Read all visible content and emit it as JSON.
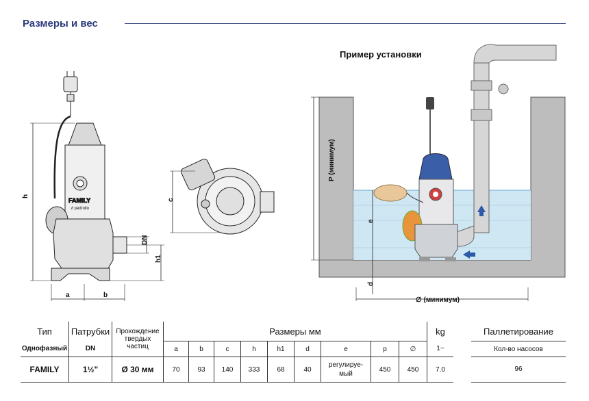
{
  "header": {
    "title": "Размеры и вес",
    "install_title": "Пример установки"
  },
  "drawing_labels": {
    "h": "h",
    "a": "a",
    "b": "b",
    "dn": "DN",
    "h1": "h1",
    "c": "c",
    "p_min": "P (минимум)",
    "e": "e",
    "d": "d",
    "diam_min": "∅ (минимум)",
    "brand": "FAMILY",
    "maker": "∂ pedrollo"
  },
  "table": {
    "col_type": "Тип",
    "col_type_sub": "Однофазный",
    "col_ports": "Патрубки",
    "col_ports_sub": "DN",
    "col_solids": [
      "Прохождение",
      "твердых",
      "частиц"
    ],
    "col_dims": "Размеры мм",
    "dim_headers": [
      "a",
      "b",
      "c",
      "h",
      "h1",
      "d",
      "e",
      "p",
      "∅"
    ],
    "col_weight": "kg",
    "col_weight_sub": "1~",
    "row": {
      "type": "FAMILY",
      "ports": "1½\"",
      "solids": "Ø 30 мм",
      "dims": [
        "70",
        "93",
        "140",
        "333",
        "68",
        "40",
        "регулируе-\nмый",
        "450",
        "450"
      ],
      "weight": "7.0"
    }
  },
  "pallet": {
    "title": "Паллетирование",
    "sub": "Кол-во насосов",
    "value": "96"
  },
  "colors": {
    "title": "#2b3a7a",
    "water": "#cfe6f3",
    "pit": "#bdbdbd",
    "pump_blue": "#3a5fa8",
    "float_orange": "#e8943a"
  }
}
